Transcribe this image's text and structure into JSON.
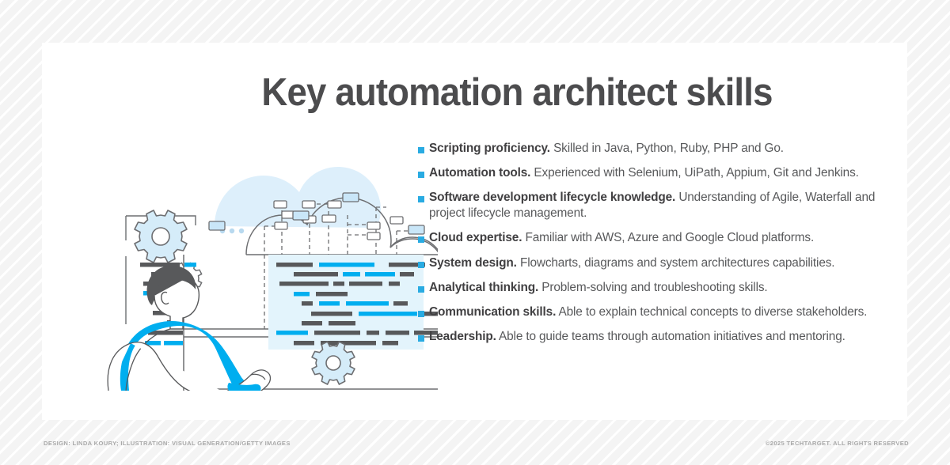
{
  "title": "Key automation architect skills",
  "colors": {
    "accent": "#29abe2",
    "accent_bright": "#00aeef",
    "cloud_fill": "#ddeffb",
    "panel_fill": "#e3f4fc",
    "gear_fill": "#d5ecf9",
    "line_gray": "#6d6e71",
    "title_gray": "#4c4c4e",
    "body_gray": "#58595b",
    "footer_gray": "#a9a9a9",
    "hair_gray": "#58595b"
  },
  "skills": [
    {
      "term": "Scripting proficiency.",
      "description": "Skilled in Java, Python, Ruby, PHP and Go."
    },
    {
      "term": "Automation tools.",
      "description": "Experienced with Selenium, UiPath, Appium, Git and Jenkins."
    },
    {
      "term": "Software development lifecycle knowledge.",
      "description": "Understanding of Agile, Waterfall and project lifecycle management."
    },
    {
      "term": "Cloud expertise.",
      "description": "Familiar with AWS, Azure and Google Cloud platforms."
    },
    {
      "term": "System design.",
      "description": "Flowcharts, diagrams and system architectures capabilities."
    },
    {
      "term": "Analytical thinking.",
      "description": "Problem-solving and troubleshooting skills."
    },
    {
      "term": "Communication skills.",
      "description": "Able to explain technical concepts to diverse stakeholders."
    },
    {
      "term": "Leadership.",
      "description": "Able to guide teams through automation initiatives and mentoring."
    }
  ],
  "footer": {
    "credit": "DESIGN: LINDA KOURY; ILLUSTRATION: VISUAL GENERATION/GETTY IMAGES",
    "copyright": "©2025 TECHTARGET. ALL RIGHTS RESERVED"
  },
  "illustration": {
    "alt": "Developer at a computer with cloud architecture diagram and gears"
  }
}
